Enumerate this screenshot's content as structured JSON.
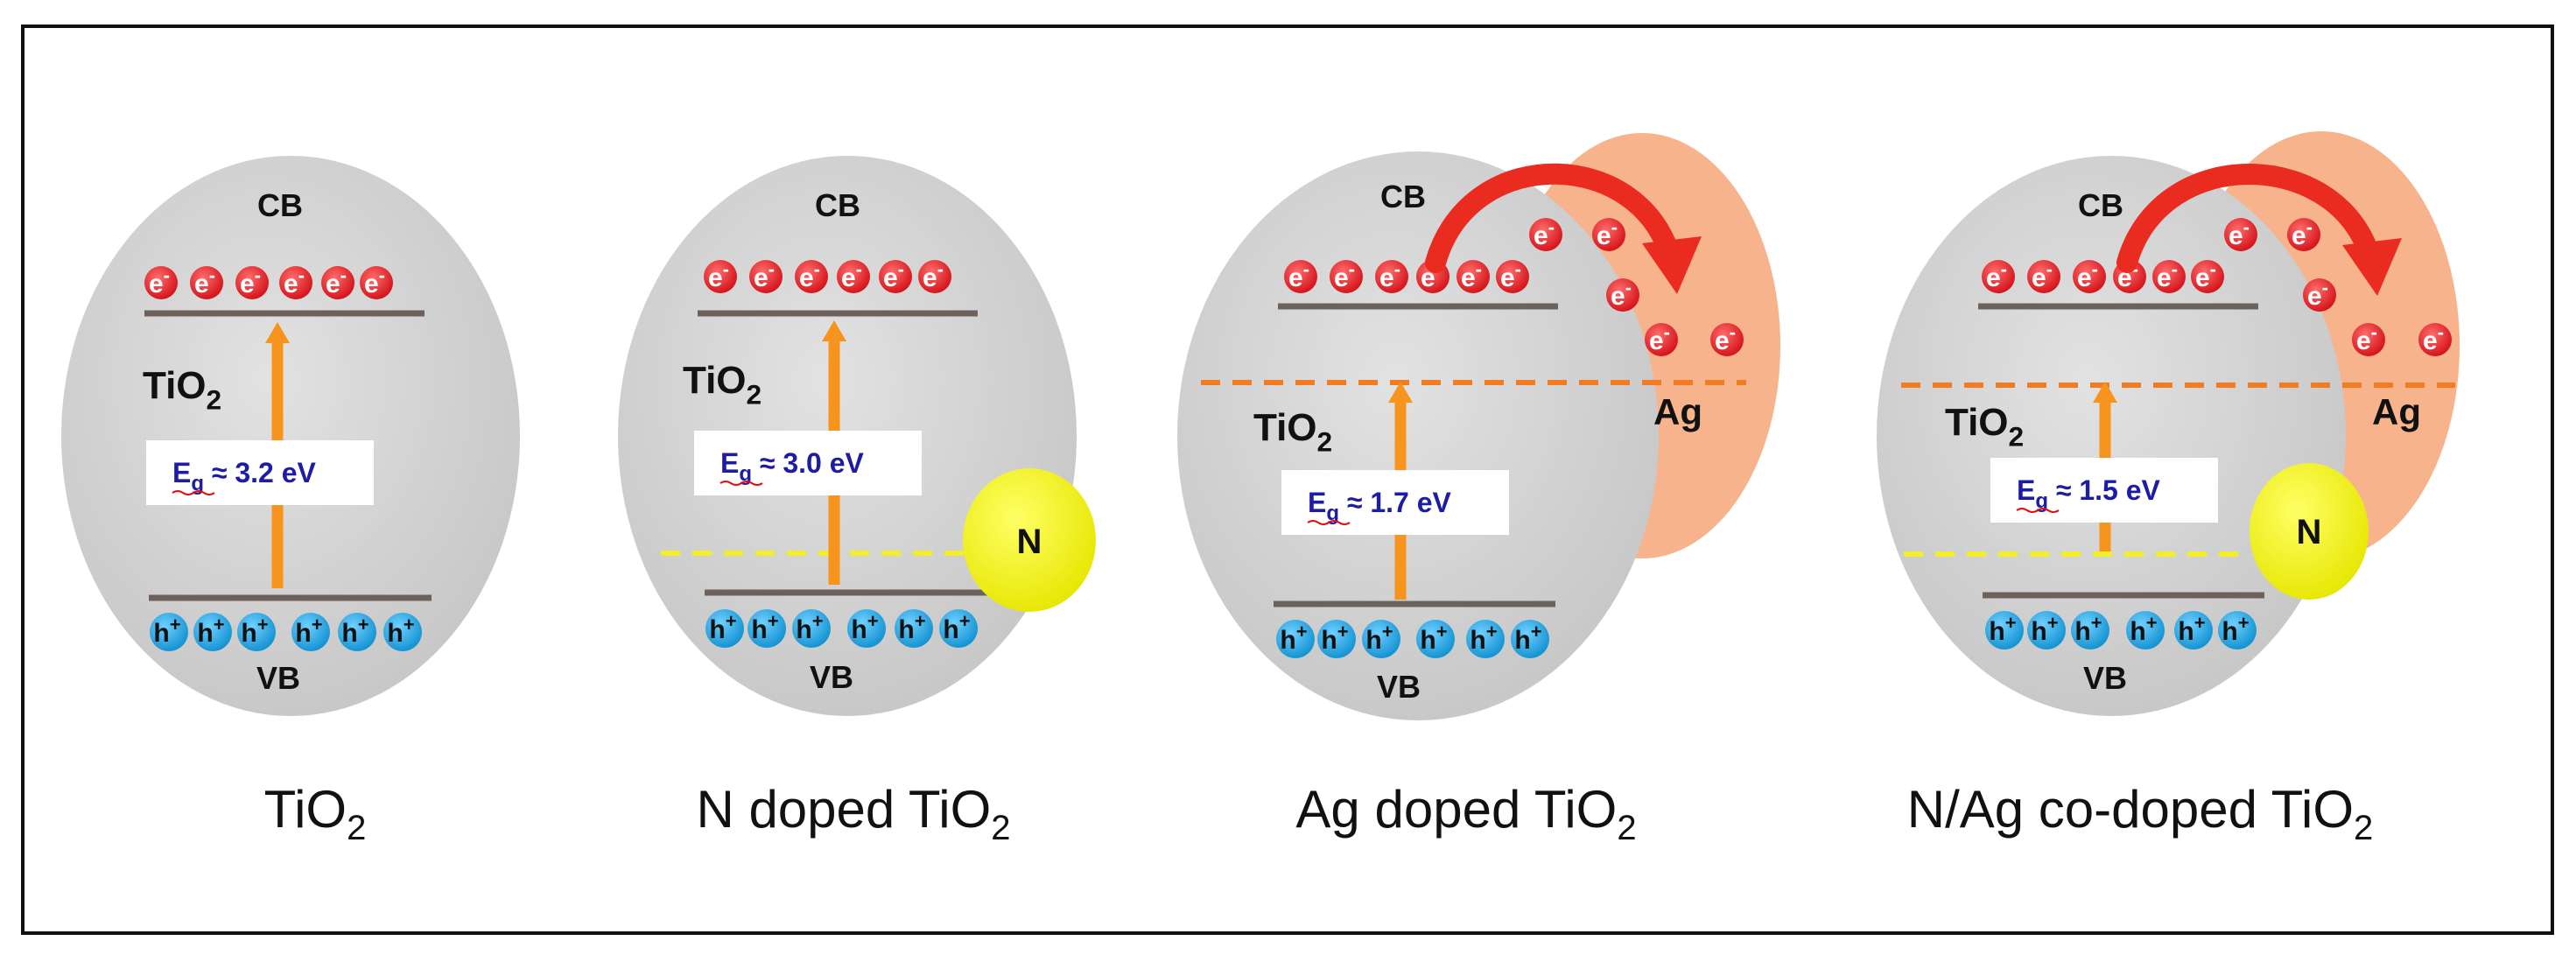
{
  "colors": {
    "ellipse": "#d3d3d3",
    "ag_region": "#f7b48c",
    "electron": "#e8141b",
    "hole": "#1aa3e0",
    "arrow": "#f7941d",
    "band_line": "#6d625b",
    "dashed_ag": "#f27c22",
    "dashed_n": "#f2ee2b",
    "n_dopant": "#f2f200",
    "energy_text": "#1c1ca6",
    "curved_arrow": "#ea2b1f"
  },
  "panels": [
    {
      "cb": "CB",
      "vb": "VB",
      "material_main": "TiO",
      "material_sub": "2",
      "eg_main": "E",
      "eg_sub": "g",
      "eg_value": " ≈ 3.2 eV",
      "electron_label": "e",
      "electron_sup": "-",
      "hole_label": "h",
      "hole_sup": "+",
      "caption_main": "TiO",
      "caption_sub": "2"
    },
    {
      "cb": "CB",
      "vb": "VB",
      "material_main": "TiO",
      "material_sub": "2",
      "eg_main": "E",
      "eg_sub": "g",
      "eg_value": " ≈ 3.0 eV",
      "electron_label": "e",
      "electron_sup": "-",
      "hole_label": "h",
      "hole_sup": "+",
      "dopant": "N",
      "caption_main": "N doped TiO",
      "caption_sub": "2"
    },
    {
      "cb": "CB",
      "vb": "VB",
      "material_main": "TiO",
      "material_sub": "2",
      "eg_main": "E",
      "eg_sub": "g",
      "eg_value": " ≈ 1.7 eV",
      "electron_label": "e",
      "electron_sup": "-",
      "hole_label": "h",
      "hole_sup": "+",
      "metal": "Ag",
      "caption_main": "Ag doped TiO",
      "caption_sub": "2"
    },
    {
      "cb": "CB",
      "vb": "VB",
      "material_main": "TiO",
      "material_sub": "2",
      "eg_main": "E",
      "eg_sub": "g",
      "eg_value": " ≈ 1.5 eV",
      "electron_label": "e",
      "electron_sup": "-",
      "hole_label": "h",
      "hole_sup": "+",
      "metal": "Ag",
      "dopant": "N",
      "caption_main": "N/Ag co-doped TiO",
      "caption_sub": "2"
    }
  ]
}
